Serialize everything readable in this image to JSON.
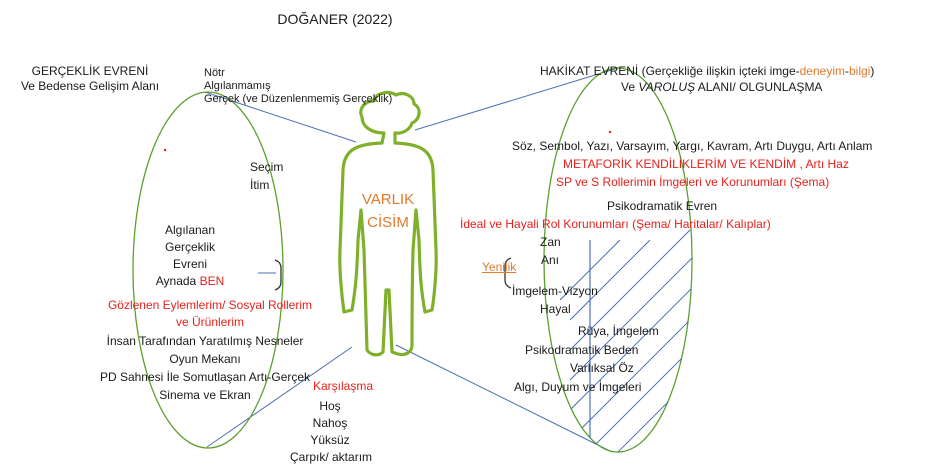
{
  "title": "DOĞANER (2022)",
  "left_header": [
    "GERÇEKLİK EVRENİ",
    "Ve Bedense Gelişim Alanı"
  ],
  "notr_lines": [
    "Nötr",
    "Algılanmamış",
    "Gerçek (ve Düzenlenmemiş Gerçeklik)"
  ],
  "secim": [
    "Seçim",
    "İtim"
  ],
  "left_block": [
    "Algılanan",
    "Gerçeklik",
    "Evreni",
    "Aynada "
  ],
  "left_ben": "BEN",
  "left_red": [
    "Gözlenen Eylemlerim/ Sosyal Rollerim",
    "ve Ürünlerim"
  ],
  "left_bottom": [
    "İnsan Tarafından Yaratılmış Nesneler",
    "Oyun Mekanı",
    "PD Sahnesi İle Somutlaşan Artı-Gerçek",
    "Sinema ve Ekran"
  ],
  "figure_label": [
    "VARLIK",
    "CİSİM"
  ],
  "karsilasma": "Karşılaşma",
  "karsilasma_items": [
    "Hoş",
    "Nahoş",
    "Yüksüz",
    "Çarpık/ aktarım"
  ],
  "right_header_a": "HAKİKAT EVRENİ (Gerçekliğe ilişkin içteki imge-",
  "right_header_deneyim": "deneyim",
  "right_header_dash": "-",
  "right_header_bilgi": "bilgi",
  "right_header_close": ")",
  "right_header_b_pre": "Ve ",
  "right_header_b_italic": "VAROLUŞ",
  "right_header_b_post": " ALANI/ OLGUNLAŞMA",
  "right_list": "Söz, Sembol, Yazı, Varsayım, Yargı, Kavram, Artı Duygu, Artı Anlam",
  "right_red1": "METAFORİK KENDİLİKLERİM VE KENDİM , Artı Haz",
  "right_red2": "SP ve S Rollerimin İmgeleri ve Korunumları (Şema)",
  "psiko_evren": "Psikodramatik Evren",
  "ideal_red": "İdeal ve Hayali Rol Korunumları (Şema/ Haritalar/ Kalıplar)",
  "zan": "Zan",
  "ani": "Anı",
  "yenilik": "Yenilik",
  "imgelem_vizyon": "İmgelem-Vizyon",
  "hayal": "Hayal",
  "ruya": "Rüya, İmgelem",
  "psiko_beden": "Psikodramatik Beden",
  "varliksal": "Varlıksal Öz",
  "algi": "Algı, Duyum ve İmgeleri",
  "colors": {
    "ellipse": "#5aa02c",
    "figure": "#7fb02a",
    "lines": "#4a6fb5",
    "hatch": "#3a66b0",
    "red": "#e8201c",
    "orange": "#e07a2c"
  }
}
